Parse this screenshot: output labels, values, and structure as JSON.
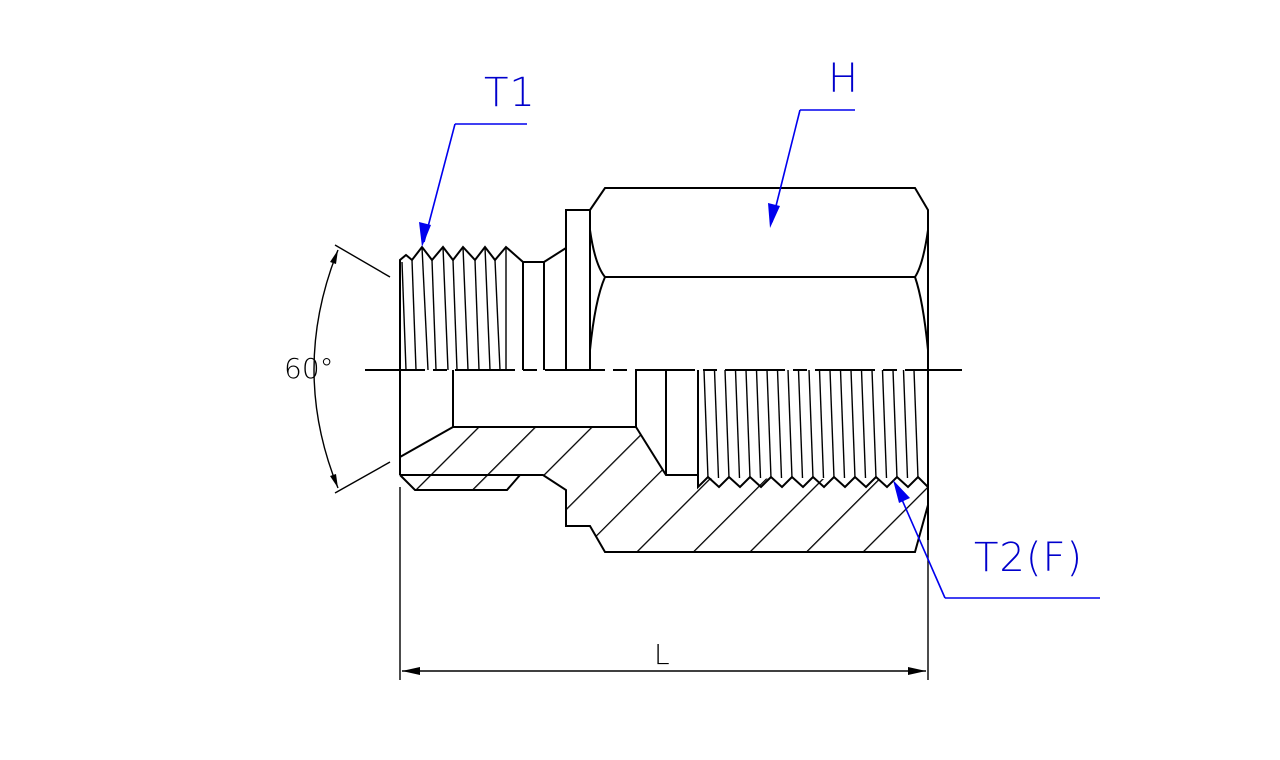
{
  "labels": {
    "t1": "T1",
    "h": "H",
    "t2": "T2(F)",
    "length": "L",
    "angle": "60°"
  },
  "colors": {
    "leader": "#0000ee",
    "line": "#000000"
  }
}
